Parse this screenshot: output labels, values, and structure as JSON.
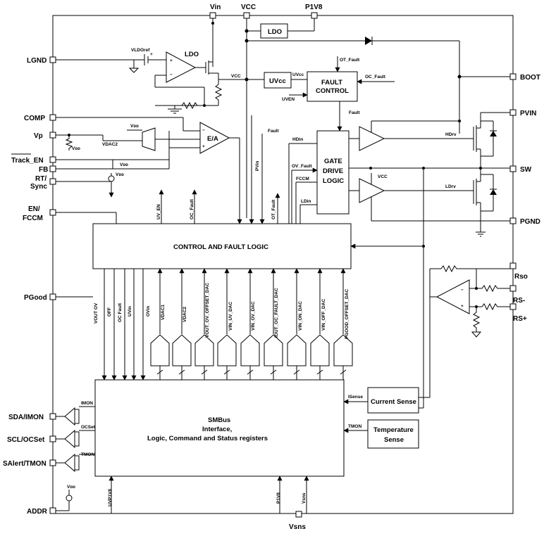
{
  "pins": {
    "vin": "Vin",
    "vcc": "VCC",
    "p1v8": "P1V8",
    "lgnd": "LGND",
    "comp": "COMP",
    "vp": "Vp",
    "track_en": "Track_EN",
    "fb": "FB",
    "rt": "RT/",
    "sync": "Sync",
    "en": "EN/",
    "fccm": "FCCM",
    "pgood": "PGood",
    "sda_imon": "SDA/IMON",
    "scl_ocset": "SCL/OCSet",
    "salert_tmon": "SAlert/TMON",
    "addr": "ADDR",
    "boot": "BOOT",
    "pvin": "PVIN",
    "sw": "SW",
    "pgnd": "PGND",
    "rso": "Rso",
    "rs_minus": "RS-",
    "rs_plus": "RS+",
    "vsns": "Vsns"
  },
  "blocks": {
    "ldo_top": "LDO",
    "ldo_amp": "LDO",
    "uvcc": "UVcc",
    "fault_control_1": "FAULT",
    "fault_control_2": "CONTROL",
    "gate_drive_1": "GATE",
    "gate_drive_2": "DRIVE",
    "gate_drive_3": "LOGIC",
    "ea": "E/A",
    "control_fault_logic": "CONTROL AND FAULT LOGIC",
    "smbus_1": "SMBus",
    "smbus_2": "Interface,",
    "smbus_3": "Logic, Command and Status registers",
    "current_sense": "Current Sense",
    "temp_sense_1": "Temperature",
    "temp_sense_2": "Sense"
  },
  "signals": {
    "vldoref": "VLDOref",
    "vcc_label": "VCC",
    "uvcc_in": "UVcc",
    "uven": "UVEN",
    "ot_fault": "OT_Fault",
    "oc_fault": "OC_Fault",
    "fault": "Fault",
    "fault2": "Fault",
    "hdrv": "HDrv",
    "ldrv": "LDrv",
    "vcc_gate": "VCC",
    "hdin": "HDin",
    "ov_fault": "OV_Fault",
    "fccm": "FCCM",
    "ldin": "LDin",
    "vdd1": "Vᴅᴅ",
    "vdd2": "Vᴅᴅ",
    "vdd3": "Vᴅᴅ",
    "vdd4": "Vᴅᴅ",
    "vdd5": "Vᴅᴅ",
    "vdac2_left": "VDAC2",
    "uv_en": "UV_EN",
    "oc_fault_v": "OC_Fault",
    "pvin_v": "PVin",
    "ot_fault_v": "OT_Fault",
    "vout_ov": "VOUT OV",
    "off": "OFF",
    "oc_fault_b": "OC Fault",
    "uvin": "UVin",
    "ovin": "OVin",
    "vdac1": "VDAC1",
    "vdac2": "VDAC2",
    "vout_ov_offset_dac": "VOUT_OV_OFFSET_DAC",
    "vin_uv_dac": "VIN_UV_DAC",
    "vin_ov_dac": "VIN_OV_DAC",
    "iout_oc_fault_dac": "IOUT_OC_FAULT_DAC",
    "vin_on_dac": "VIN_ON_DAC",
    "vin_off_dac": "VIN_OFF_DAC",
    "pgood_offset_dac": "PGOOD_OFFSET_DAC",
    "isense": "ISense",
    "tmon": "TMON",
    "imon": "IMON",
    "ocset": "OCSet",
    "tmon_pin": "TMON",
    "uvp1v8": "UVP1V8",
    "p1v8_bot": "P1V8",
    "vsns_bot": "Vsns"
  }
}
